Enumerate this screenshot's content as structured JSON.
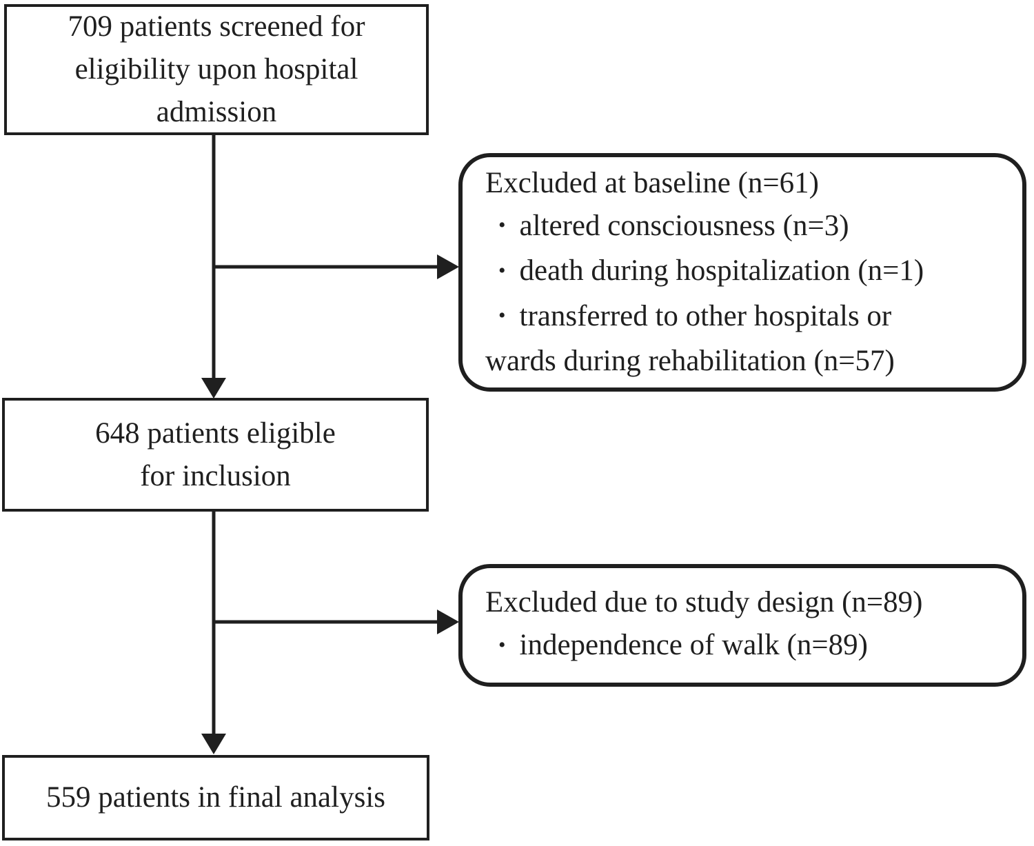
{
  "palette": {
    "ink": "#1f1f1f",
    "background": "#ffffff"
  },
  "flow": {
    "bullet_char": "•",
    "screened": {
      "lines": [
        "709 patients screened for",
        "eligibility upon hospital",
        "admission"
      ]
    },
    "excluded_baseline": {
      "title": "Excluded at baseline (n=61)",
      "bullets": [
        "altered consciousness (n=3)",
        "death during hospitalization (n=1)",
        "transferred to other hospitals or"
      ],
      "continuation": "wards during rehabilitation (n=57)"
    },
    "eligible": {
      "lines": [
        "648 patients eligible",
        "for inclusion"
      ]
    },
    "excluded_design": {
      "title": "Excluded due to study design (n=89)",
      "bullets": [
        "independence of walk (n=89)"
      ]
    },
    "final": {
      "lines": [
        "559 patients in final analysis"
      ]
    }
  }
}
